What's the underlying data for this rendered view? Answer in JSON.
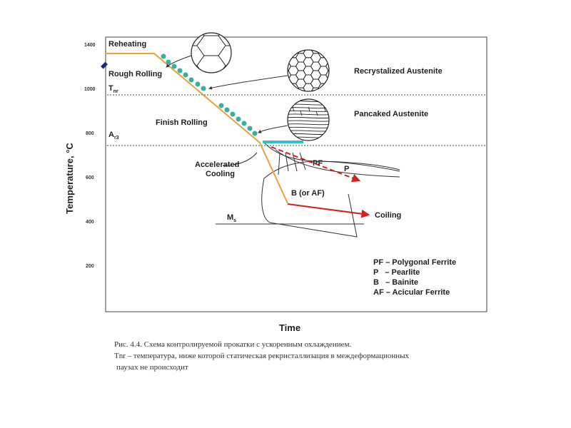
{
  "axes": {
    "y_title": "Temperature, °C",
    "x_title": "Time",
    "y_ticks": [
      "1400",
      "1000",
      "800",
      "600",
      "400",
      "200"
    ]
  },
  "labels": {
    "reheating": "Reheating",
    "rough_rolling": "Rough Rolling",
    "tnr_T": "T",
    "tnr_sub": "nr",
    "finish_rolling": "Finish Rolling",
    "ar3_A": "A",
    "ar3_sub": "r3",
    "accelerated_1": "Accelerated",
    "accelerated_2": "Cooling",
    "pf": "PF",
    "p": "P",
    "bainite_region": "B (or AF)",
    "ms_M": "M",
    "ms_sub": "s",
    "coiling": "Coiling",
    "recrystallized": "Recrystalized Austenite",
    "pancaked": "Pancaked Austenite"
  },
  "legend": [
    "PF – Polygonal Ferrite",
    "P   – Pearlite",
    "B   – Bainite",
    "AF – Acicular Ferrite"
  ],
  "caption": {
    "line1": "Рис. 4.4. Схема контролируемой прокатки с ускоренным охлаждением.",
    "line2": "Tnr – температура, ниже которой статическая рекристаллизация в междеформационных",
    "line3": "паузах не происходит"
  },
  "colors": {
    "process_line": "#e8a040",
    "dots": "#3aaea0",
    "coiling_arrow": "#d42020",
    "finish_bar": "#30c0c8"
  }
}
